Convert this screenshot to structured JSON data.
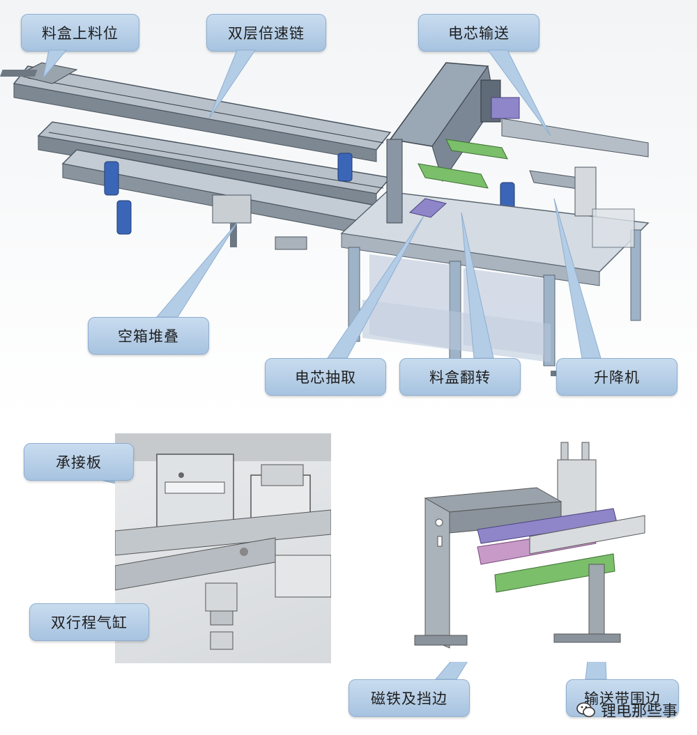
{
  "labels": {
    "tray_loading": "料盒上料位",
    "double_speed_chain": "双层倍速链",
    "cell_transfer": "电芯输送",
    "empty_box_stacking": "空箱堆叠",
    "cell_extraction": "电芯抽取",
    "tray_flip": "料盒翻转",
    "elevator": "升降机",
    "support_plate": "承接板",
    "dual_stroke_cylinder": "双行程气缸",
    "magnet_and_stopper": "磁铁及挡边",
    "conveyor_belt_guard": "输送带围边"
  },
  "watermark": {
    "text": "锂电那些事",
    "icon": "wechat-icon"
  },
  "colors": {
    "callout_fill": "#b9d1ea",
    "frame_blue": "#9fb3c8",
    "motor_blue": "#3b66b8",
    "part_purple": "#8f86c9",
    "part_green": "#7bbf6a",
    "part_pink": "#c79ac7"
  }
}
